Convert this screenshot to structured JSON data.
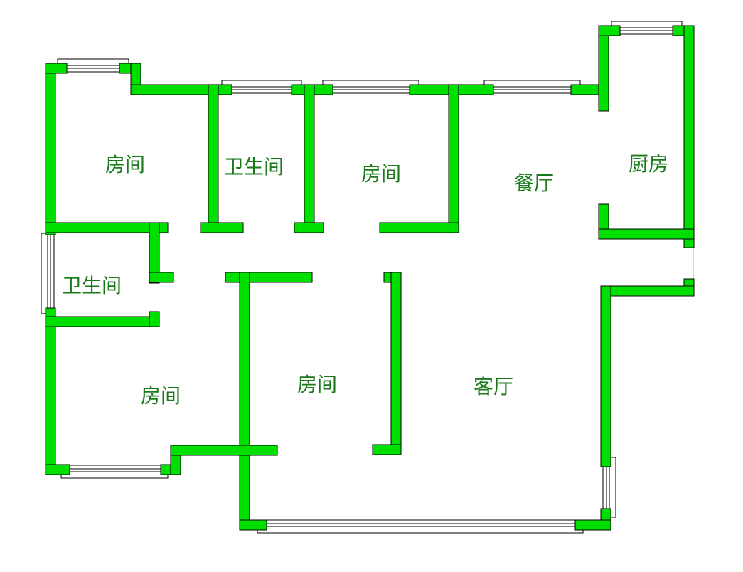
{
  "wall_color": "#00e000",
  "label_color": "#1a7a1a",
  "rooms": {
    "bedroom_top_left": "房间",
    "bathroom_top": "卫生间",
    "bedroom_top_middle": "房间",
    "dining": "餐厅",
    "kitchen": "厨房",
    "bathroom_left": "卫生间",
    "bedroom_bottom_left": "房间",
    "bedroom_center": "房间",
    "living": "客厅"
  }
}
